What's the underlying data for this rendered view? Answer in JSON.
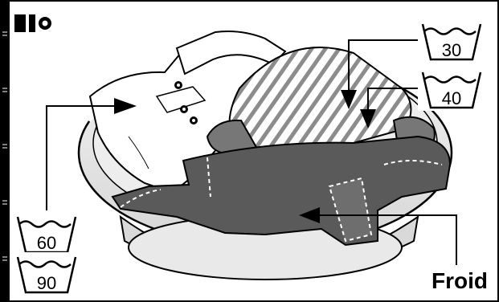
{
  "labels": {
    "temp_30": "30",
    "temp_40": "40",
    "temp_60": "60",
    "temp_90": "90",
    "cold": "Froid"
  },
  "icons": [
    "wash-mode-icon",
    "wash-tub-30-icon",
    "wash-tub-40-icon",
    "wash-tub-60-icon",
    "wash-tub-90-icon"
  ],
  "colors": {
    "ink": "#000000",
    "dark_fabric": "#555555",
    "basin": "#e6e6e6",
    "paper": "#ffffff"
  }
}
